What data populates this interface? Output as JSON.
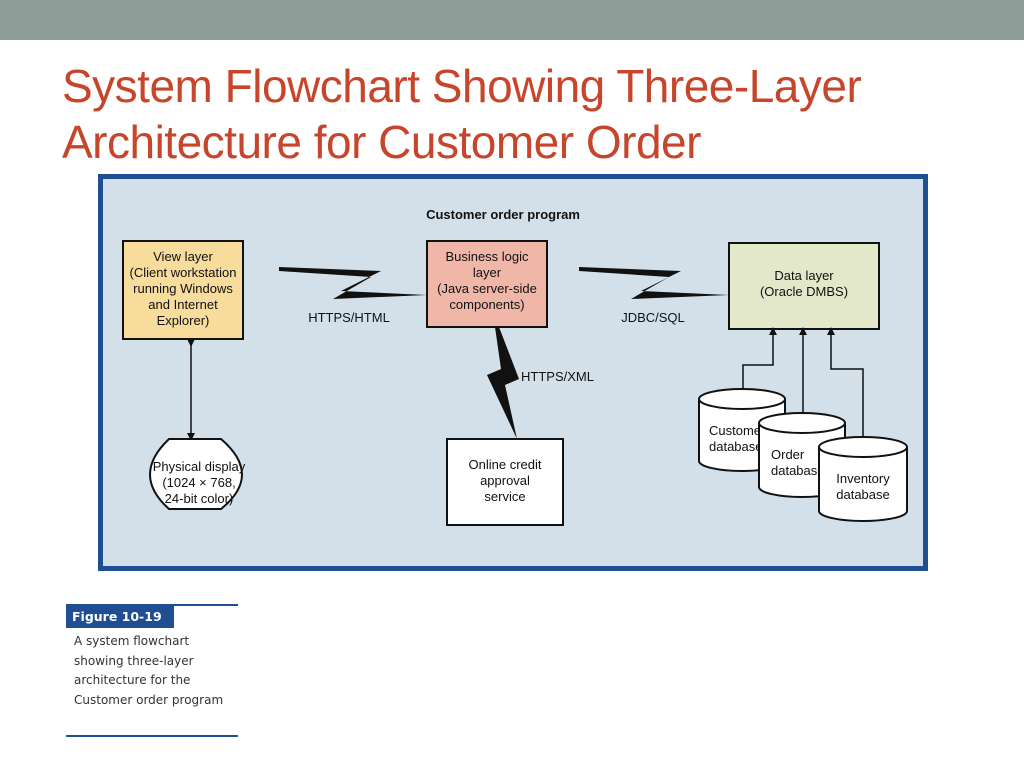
{
  "slide": {
    "title": "System Flowchart Showing Three-Layer Architecture for Customer Order"
  },
  "diagram": {
    "program_title": "Customer order program",
    "view_layer": [
      "View layer",
      "(Client workstation",
      "running Windows",
      "and Internet",
      "Explorer)"
    ],
    "business_layer": [
      "Business logic",
      "layer",
      "(Java server-side",
      "components)"
    ],
    "data_layer": [
      "Data layer",
      "(Oracle DMBS)"
    ],
    "physical_display": [
      "Physical display",
      "(1024 × 768,",
      "24-bit color)"
    ],
    "credit_service": [
      "Online credit",
      "approval",
      "service"
    ],
    "customer_db": [
      "Customer",
      "database"
    ],
    "order_db": [
      "Order",
      "database"
    ],
    "inventory_db": [
      "Inventory",
      "database"
    ],
    "link_view_business": "HTTPS/HTML",
    "link_business_data": "JDBC/SQL",
    "link_business_credit": "HTTPS/XML"
  },
  "caption": {
    "figure_label": "Figure 10-19",
    "text": "A system flowchart showing three-layer architecture for the Customer order program"
  },
  "colors": {
    "title": "#c7452b",
    "top_bar": "#8f9e98",
    "frame_border": "#1f4f92",
    "frame_fill": "#d3e0ea",
    "view_layer_fill": "#f7dc9c",
    "business_layer_fill": "#f0b6a8",
    "data_layer_fill": "#e2e8c9"
  }
}
